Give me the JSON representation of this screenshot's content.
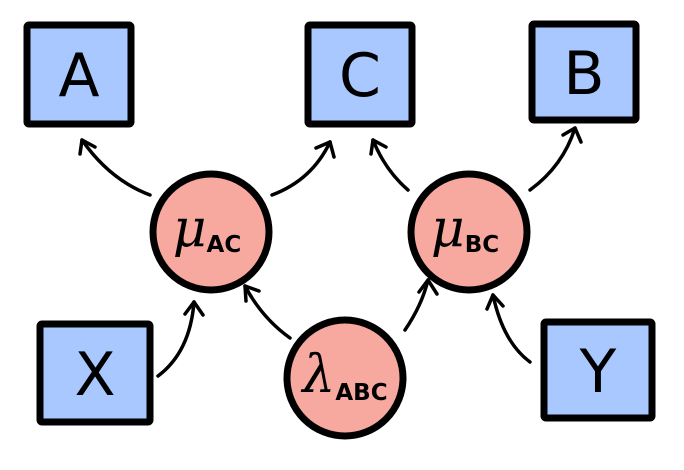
{
  "colors": {
    "observed_fill": "#a8c8ff",
    "latent_fill": "#f7a9a0",
    "stroke": "#000000"
  },
  "nodes": {
    "A": {
      "label": "A"
    },
    "C": {
      "label": "C"
    },
    "B": {
      "label": "B"
    },
    "X": {
      "label": "X"
    },
    "Y": {
      "label": "Y"
    },
    "mu_ac": {
      "symbol": "μ",
      "subscript": "AC"
    },
    "mu_bc": {
      "symbol": "μ",
      "subscript": "BC"
    },
    "lambda_abc": {
      "symbol": "λ",
      "subscript": "ABC"
    }
  },
  "edges": [
    {
      "from": "mu_ac",
      "to": "A"
    },
    {
      "from": "mu_ac",
      "to": "C"
    },
    {
      "from": "mu_bc",
      "to": "C"
    },
    {
      "from": "mu_bc",
      "to": "B"
    },
    {
      "from": "X",
      "to": "mu_ac"
    },
    {
      "from": "lambda_abc",
      "to": "mu_ac"
    },
    {
      "from": "lambda_abc",
      "to": "mu_bc"
    },
    {
      "from": "Y",
      "to": "mu_bc"
    }
  ]
}
